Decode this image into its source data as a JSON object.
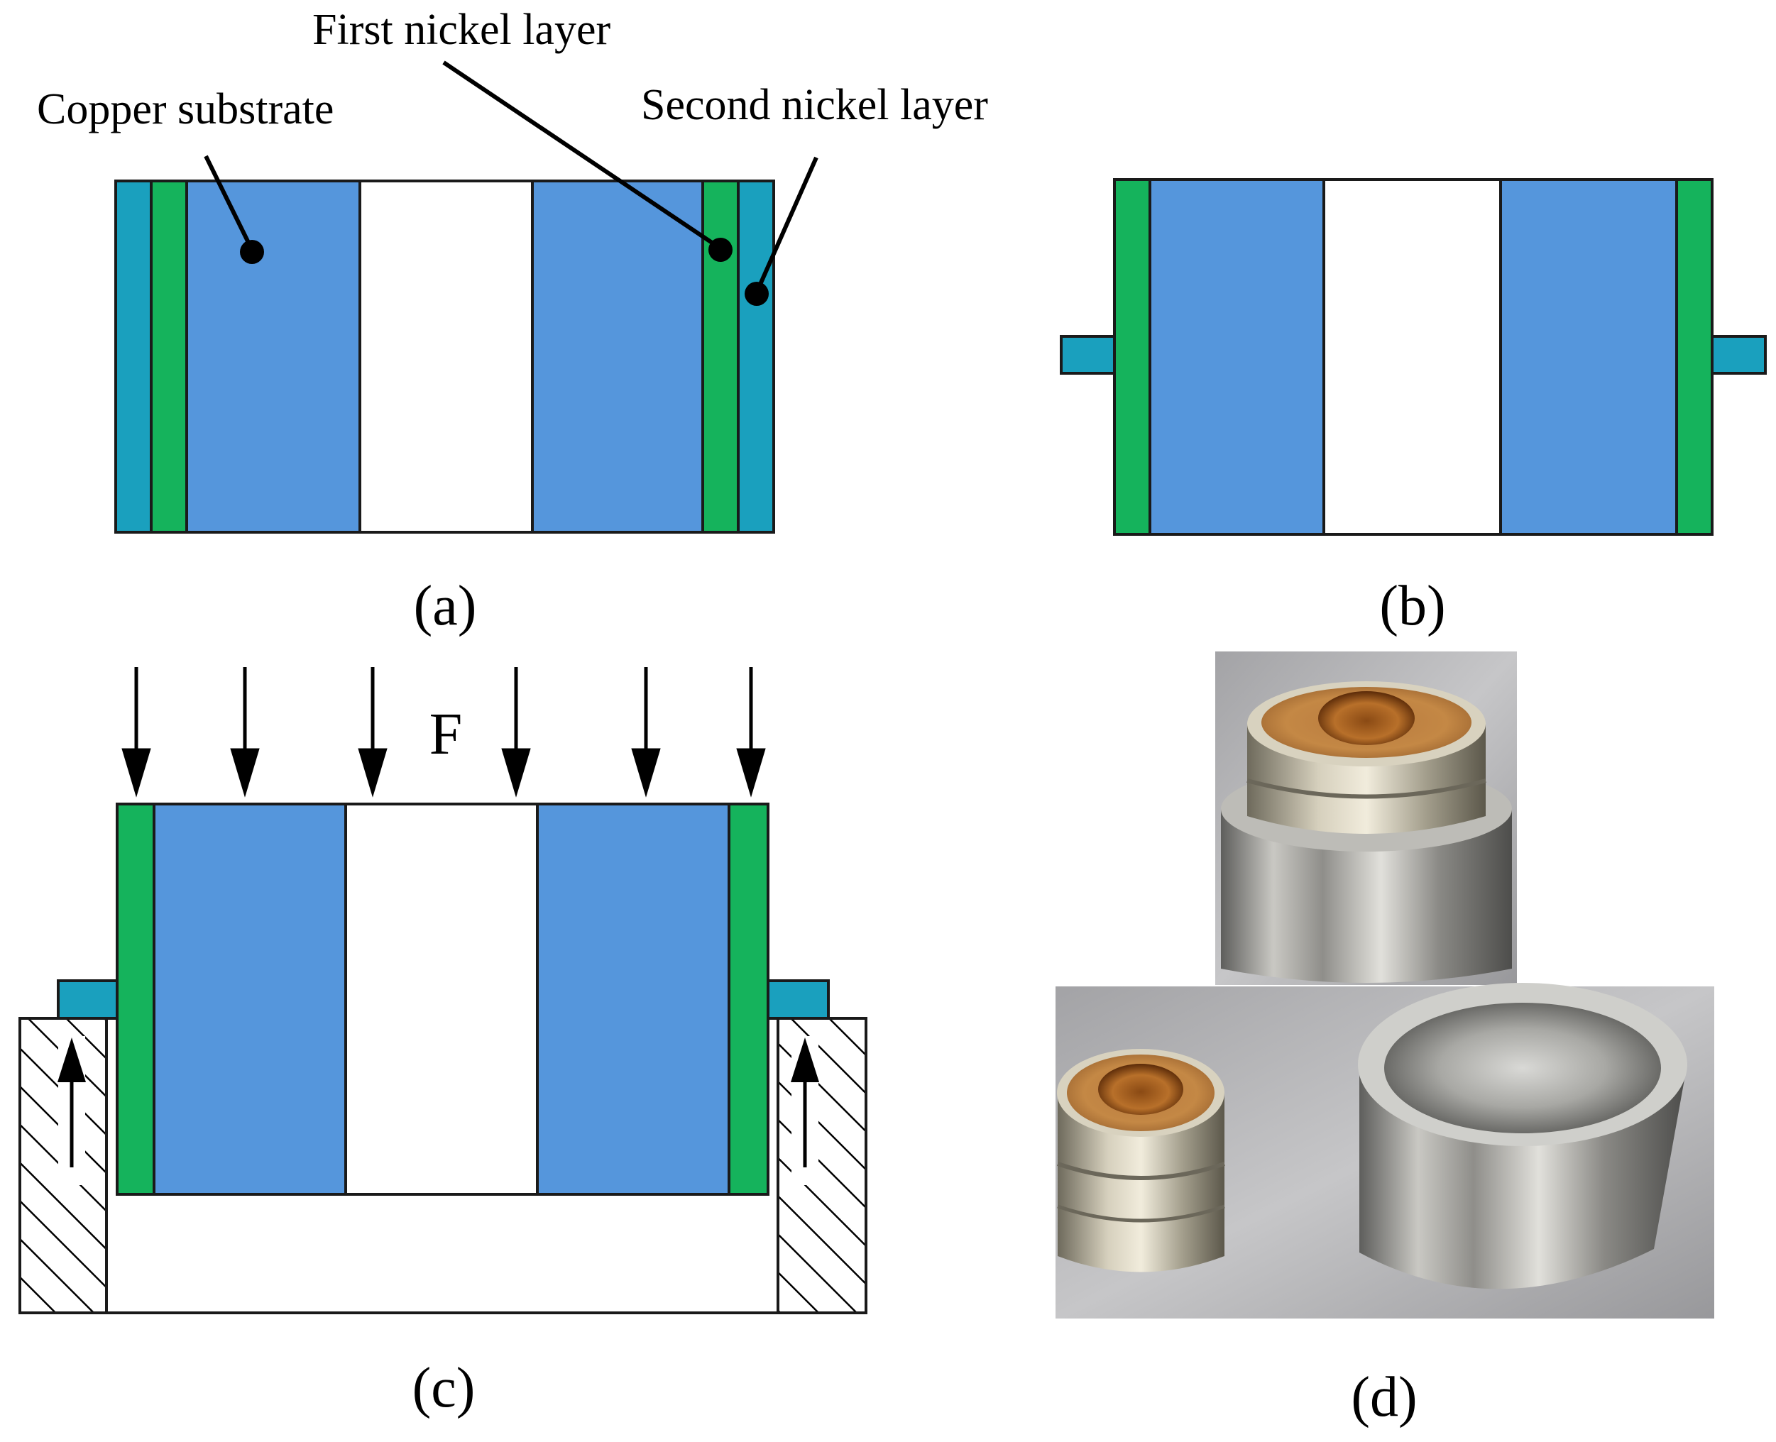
{
  "labels": {
    "copper_substrate": "Copper substrate",
    "first_nickel_layer": "First nickel layer",
    "second_nickel_layer": "Second nickel layer",
    "force": "F"
  },
  "panels": {
    "a": "(a)",
    "b": "(b)",
    "c": "(c)",
    "d": "(d)"
  },
  "colors": {
    "copper_substrate": "#5596dc",
    "first_nickel_layer": "#15b35c",
    "second_nickel_layer": "#1aa0be",
    "outline": "#1a1a1a",
    "fixture_hatch": "#000000"
  },
  "photo_contents": [
    "nickel-plated copper sleeve inserted in steel ring",
    "separated copper sleeve",
    "steel ring"
  ]
}
